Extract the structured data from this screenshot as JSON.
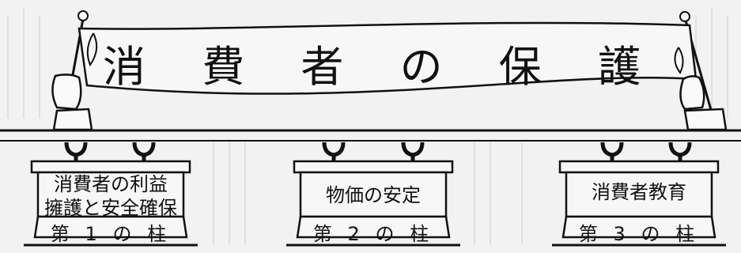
{
  "banner": {
    "title_chars": [
      "消",
      "費",
      "者",
      "の",
      "保",
      "護"
    ]
  },
  "pillars": [
    {
      "label_lines": [
        "消費者の利益",
        "擁護と安全確保"
      ],
      "number": "第 1 の 柱"
    },
    {
      "label_lines": [
        "物価の安定"
      ],
      "number": "第 2 の 柱"
    },
    {
      "label_lines": [
        "消費者教育"
      ],
      "number": "第 3 の 柱"
    }
  ]
}
